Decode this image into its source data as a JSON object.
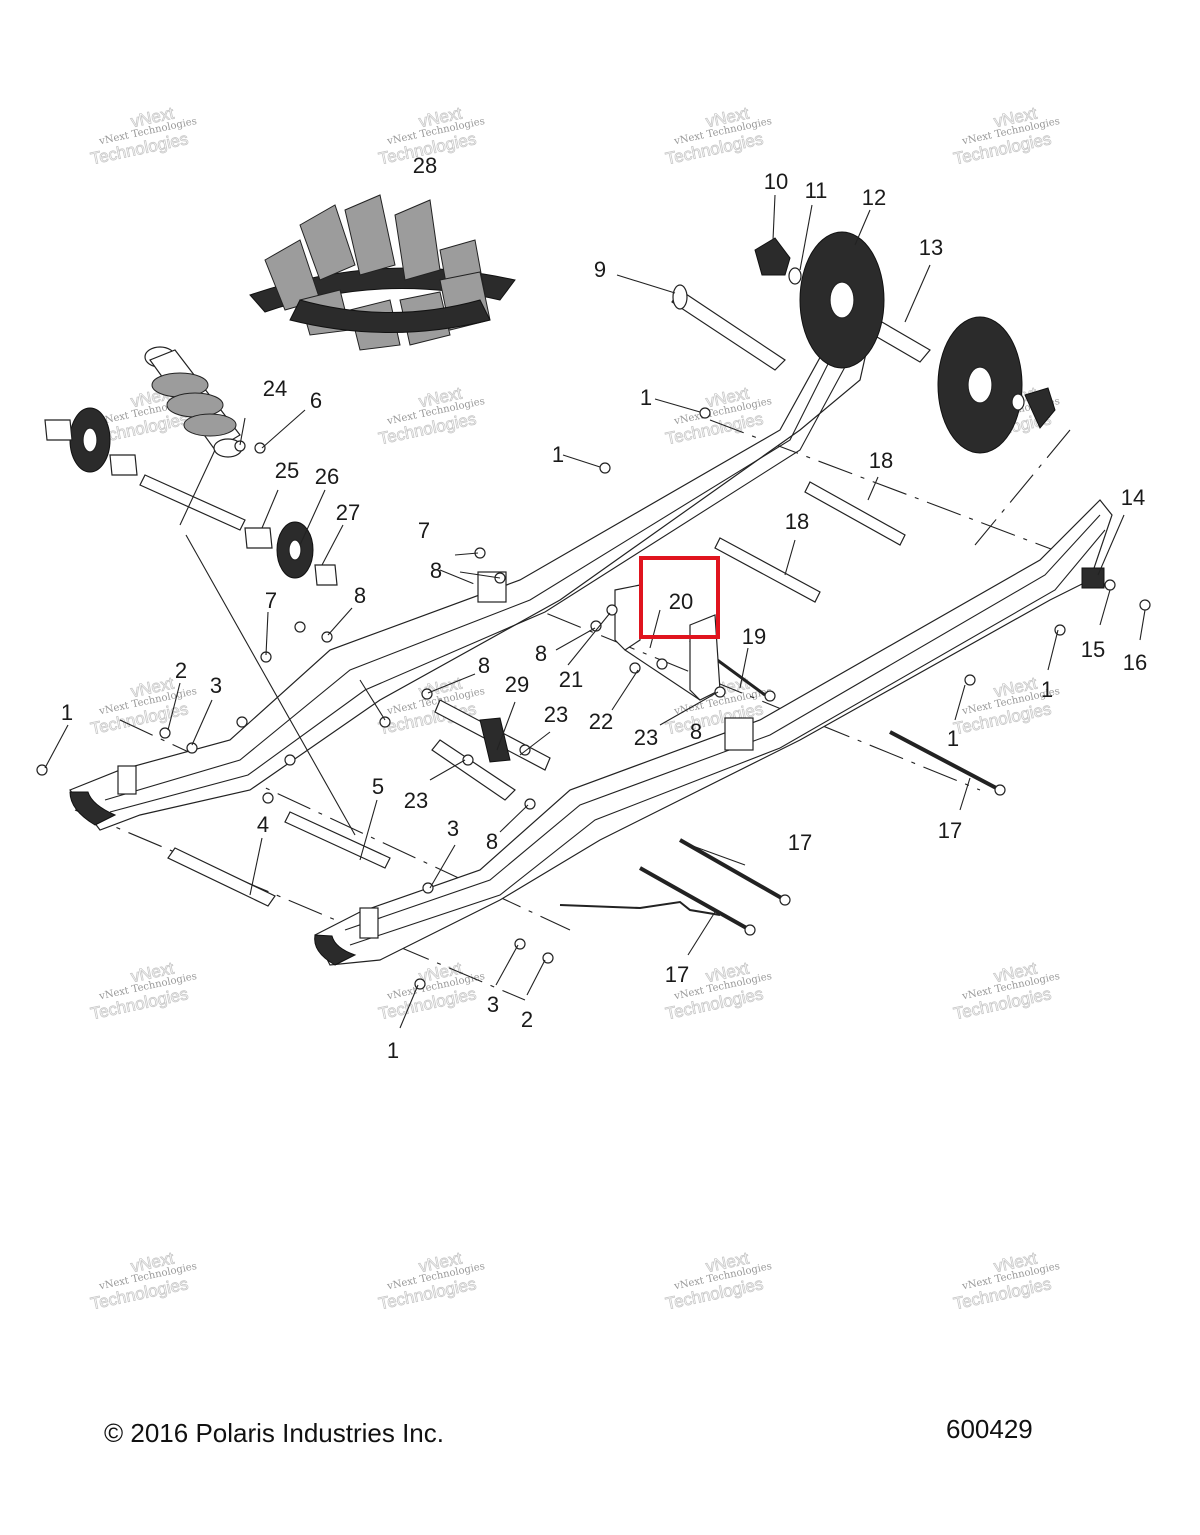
{
  "footer": {
    "copyright": "© 2016 Polaris Industries Inc.",
    "diagram_id": "600429"
  },
  "watermark": {
    "line1": "vNext Technologies",
    "line2": "Technologies",
    "line3": "vNext"
  },
  "highlight": {
    "label": "20",
    "color": "#e0141e"
  },
  "callouts": {
    "c1a": "1",
    "c1b": "1",
    "c1c": "1",
    "c1d": "1",
    "c1e": "1",
    "c1f": "1",
    "c2a": "2",
    "c2b": "2",
    "c3a": "3",
    "c3b": "3",
    "c3c": "3",
    "c4": "4",
    "c5": "5",
    "c6": "6",
    "c7a": "7",
    "c7b": "7",
    "c8a": "8",
    "c8b": "8",
    "c8c": "8",
    "c8d": "8",
    "c8e": "8",
    "c8f": "8",
    "c9": "9",
    "c10": "10",
    "c11": "11",
    "c12": "12",
    "c13": "13",
    "c14": "14",
    "c15": "15",
    "c16": "16",
    "c17a": "17",
    "c17b": "17",
    "c17c": "17",
    "c18a": "18",
    "c18b": "18",
    "c19": "19",
    "c21": "21",
    "c22": "22",
    "c23a": "23",
    "c23b": "23",
    "c23c": "23",
    "c24": "24",
    "c25": "25",
    "c26": "26",
    "c27": "27",
    "c28": "28",
    "c29": "29"
  }
}
